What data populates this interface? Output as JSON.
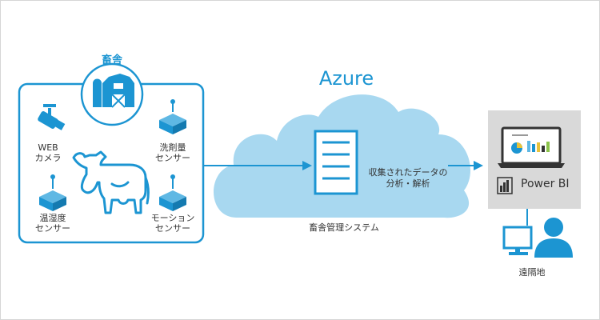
{
  "barn_label": "畜舎",
  "cloud_label": "Azure",
  "system_label": "畜舎管理システム",
  "analysis_label_line1": "収集されたデータの",
  "analysis_label_line2": "分析・解析",
  "powerbi_label": "Power BI",
  "remote_label": "遠隔地",
  "sensors": {
    "webcam_line1": "WEB",
    "webcam_line2": "カメラ",
    "washer_line1": "洗剤量",
    "washer_line2": "センサー",
    "temp_line1": "温湿度",
    "temp_line2": "センサー",
    "motion_line1": "モーション",
    "motion_line2": "センサー"
  },
  "colors": {
    "accent": "#1c95d2",
    "cloud_fill": "#a8d8f0",
    "gray_panel": "#d9d9d9"
  }
}
